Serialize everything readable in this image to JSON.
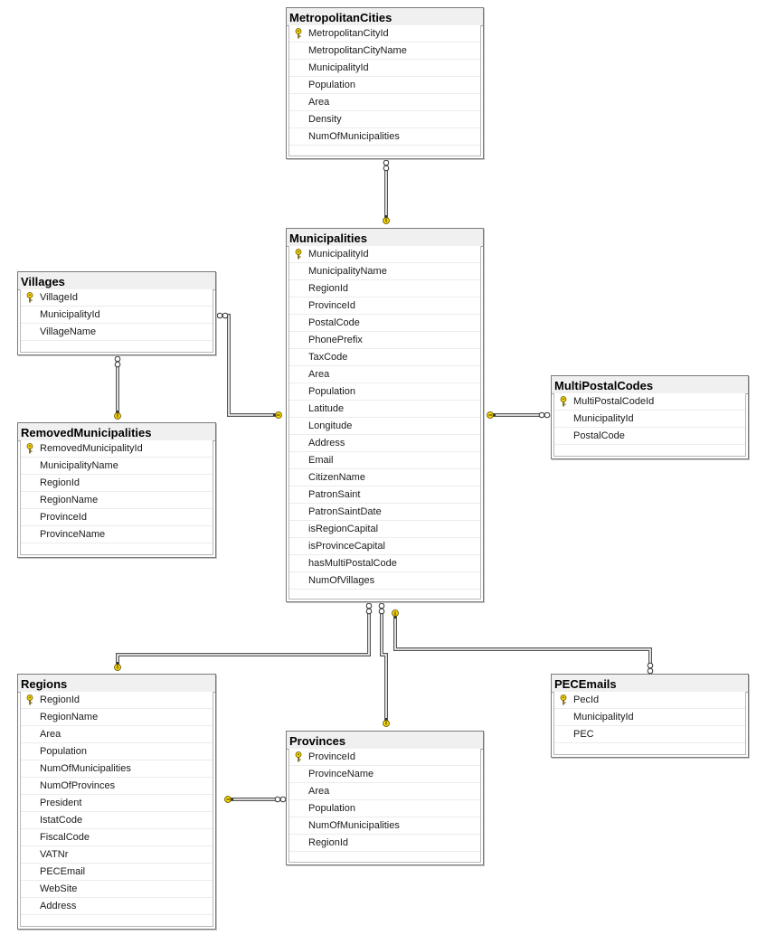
{
  "tables": [
    {
      "id": "metro",
      "name": "MetropolitanCities",
      "fields": [
        {
          "name": "MetropolitanCityId",
          "pk": true
        },
        {
          "name": "MetropolitanCityName"
        },
        {
          "name": "MunicipalityId"
        },
        {
          "name": "Population"
        },
        {
          "name": "Area"
        },
        {
          "name": "Density"
        },
        {
          "name": "NumOfMunicipalities"
        }
      ]
    },
    {
      "id": "muni",
      "name": "Municipalities",
      "fields": [
        {
          "name": "MunicipalityId",
          "pk": true
        },
        {
          "name": "MunicipalityName"
        },
        {
          "name": "RegionId"
        },
        {
          "name": "ProvinceId"
        },
        {
          "name": "PostalCode"
        },
        {
          "name": "PhonePrefix"
        },
        {
          "name": "TaxCode"
        },
        {
          "name": "Area"
        },
        {
          "name": "Population"
        },
        {
          "name": "Latitude"
        },
        {
          "name": "Longitude"
        },
        {
          "name": "Address"
        },
        {
          "name": "Email"
        },
        {
          "name": "CitizenName"
        },
        {
          "name": "PatronSaint"
        },
        {
          "name": "PatronSaintDate"
        },
        {
          "name": "isRegionCapital"
        },
        {
          "name": "isProvinceCapital"
        },
        {
          "name": "hasMultiPostalCode"
        },
        {
          "name": "NumOfVillages"
        }
      ]
    },
    {
      "id": "villages",
      "name": "Villages",
      "fields": [
        {
          "name": "VillageId",
          "pk": true
        },
        {
          "name": "MunicipalityId"
        },
        {
          "name": "VillageName"
        }
      ]
    },
    {
      "id": "removed",
      "name": "RemovedMunicipalities",
      "fields": [
        {
          "name": "RemovedMunicipalityId",
          "pk": true
        },
        {
          "name": "MunicipalityName"
        },
        {
          "name": "RegionId"
        },
        {
          "name": "RegionName"
        },
        {
          "name": "ProvinceId"
        },
        {
          "name": "ProvinceName"
        }
      ]
    },
    {
      "id": "multi",
      "name": "MultiPostalCodes",
      "fields": [
        {
          "name": "MultiPostalCodeId",
          "pk": true
        },
        {
          "name": "MunicipalityId"
        },
        {
          "name": "PostalCode"
        }
      ]
    },
    {
      "id": "regions",
      "name": "Regions",
      "fields": [
        {
          "name": "RegionId",
          "pk": true
        },
        {
          "name": "RegionName"
        },
        {
          "name": "Area"
        },
        {
          "name": "Population"
        },
        {
          "name": "NumOfMunicipalities"
        },
        {
          "name": "NumOfProvinces"
        },
        {
          "name": "President"
        },
        {
          "name": "IstatCode"
        },
        {
          "name": "FiscalCode"
        },
        {
          "name": "VATNr"
        },
        {
          "name": "PECEmail"
        },
        {
          "name": "WebSite"
        },
        {
          "name": "Address"
        }
      ]
    },
    {
      "id": "provinces",
      "name": "Provinces",
      "fields": [
        {
          "name": "ProvinceId",
          "pk": true
        },
        {
          "name": "ProvinceName"
        },
        {
          "name": "Area"
        },
        {
          "name": "Population"
        },
        {
          "name": "NumOfMunicipalities"
        },
        {
          "name": "RegionId"
        }
      ]
    },
    {
      "id": "pec",
      "name": "PECEmails",
      "fields": [
        {
          "name": "PecId",
          "pk": true
        },
        {
          "name": "MunicipalityId"
        },
        {
          "name": "PEC"
        }
      ]
    }
  ],
  "relationships": [
    {
      "from": "metro",
      "to": "muni",
      "many_end": "metro",
      "one_end": "muni"
    },
    {
      "from": "villages",
      "to": "muni",
      "many_end": "villages",
      "one_end": "muni"
    },
    {
      "from": "villages",
      "to": "removed",
      "many_end": "villages",
      "one_end": "removed"
    },
    {
      "from": "multi",
      "to": "muni",
      "many_end": "multi",
      "one_end": "muni"
    },
    {
      "from": "muni",
      "to": "regions",
      "many_end": "muni",
      "one_end": "regions"
    },
    {
      "from": "muni",
      "to": "provinces",
      "many_end": "muni",
      "one_end": "provinces"
    },
    {
      "from": "pec",
      "to": "muni",
      "many_end": "pec",
      "one_end": "muni"
    },
    {
      "from": "provinces",
      "to": "regions",
      "many_end": "provinces",
      "one_end": "regions"
    }
  ],
  "colors": {
    "key_icon": "#f2d200",
    "connector": "#3c3c3c",
    "header_bg": "#f0f0f0"
  },
  "icons": {
    "primary_key": "key-icon",
    "one_end": "key-endpoint-icon",
    "many_end": "infinity-endpoint-icon"
  }
}
